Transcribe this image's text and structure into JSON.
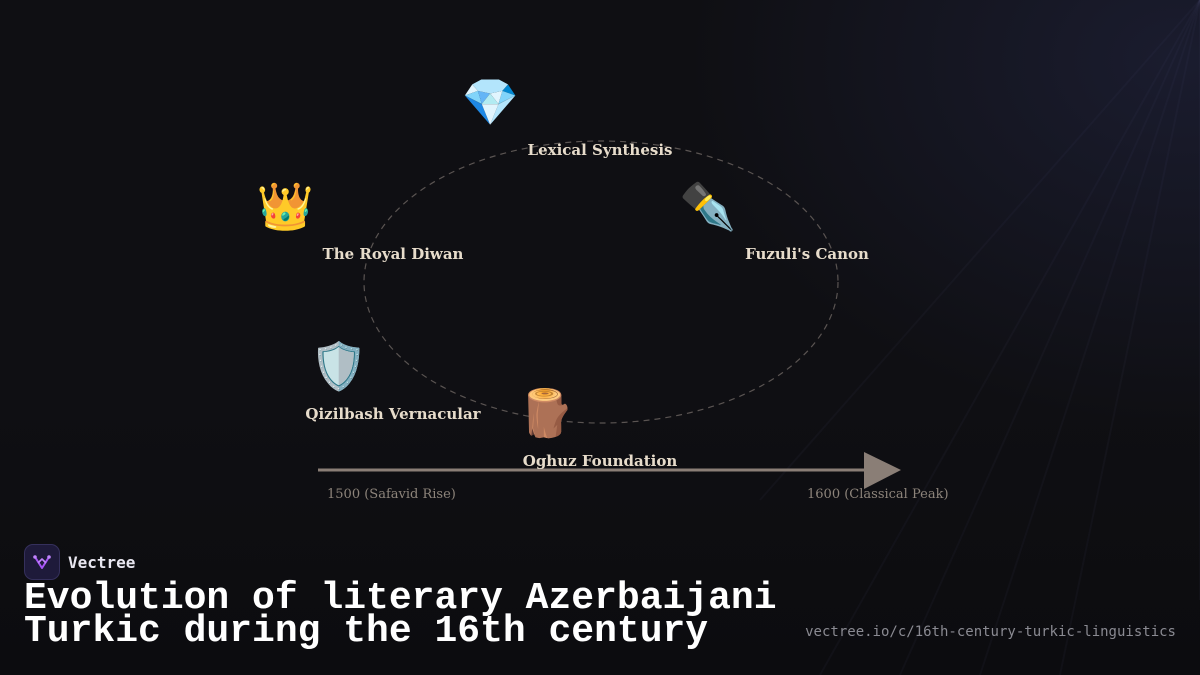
{
  "diagram": {
    "nodes": [
      {
        "label": "Lexical Synthesis",
        "icon": "gem-icon",
        "glyph": "💎"
      },
      {
        "label": "The Royal Diwan",
        "icon": "crown-icon",
        "glyph": "👑"
      },
      {
        "label": "Fuzuli's Canon",
        "icon": "fountain-pen-icon",
        "glyph": "✒️"
      },
      {
        "label": "Qizilbash Vernacular",
        "icon": "shield-icon",
        "glyph": "🛡️"
      },
      {
        "label": "Oghuz Foundation",
        "icon": "log-icon",
        "glyph": "🪵"
      }
    ],
    "timeline": {
      "start_label": "1500 (Safavid Rise)",
      "end_label": "1600 (Classical Peak)"
    }
  },
  "brand": {
    "name": "Vectree",
    "logo_icon": "vectree-logo-icon"
  },
  "title": "Evolution of literary Azerbaijani Turkic during the 16th century",
  "url": "vectree.io/c/16th-century-turkic-linguistics",
  "colors": {
    "background": "#0f0f13",
    "label": "#e7dccb",
    "timeline": "#8a7e76",
    "accent_logo": "#a855f7"
  }
}
